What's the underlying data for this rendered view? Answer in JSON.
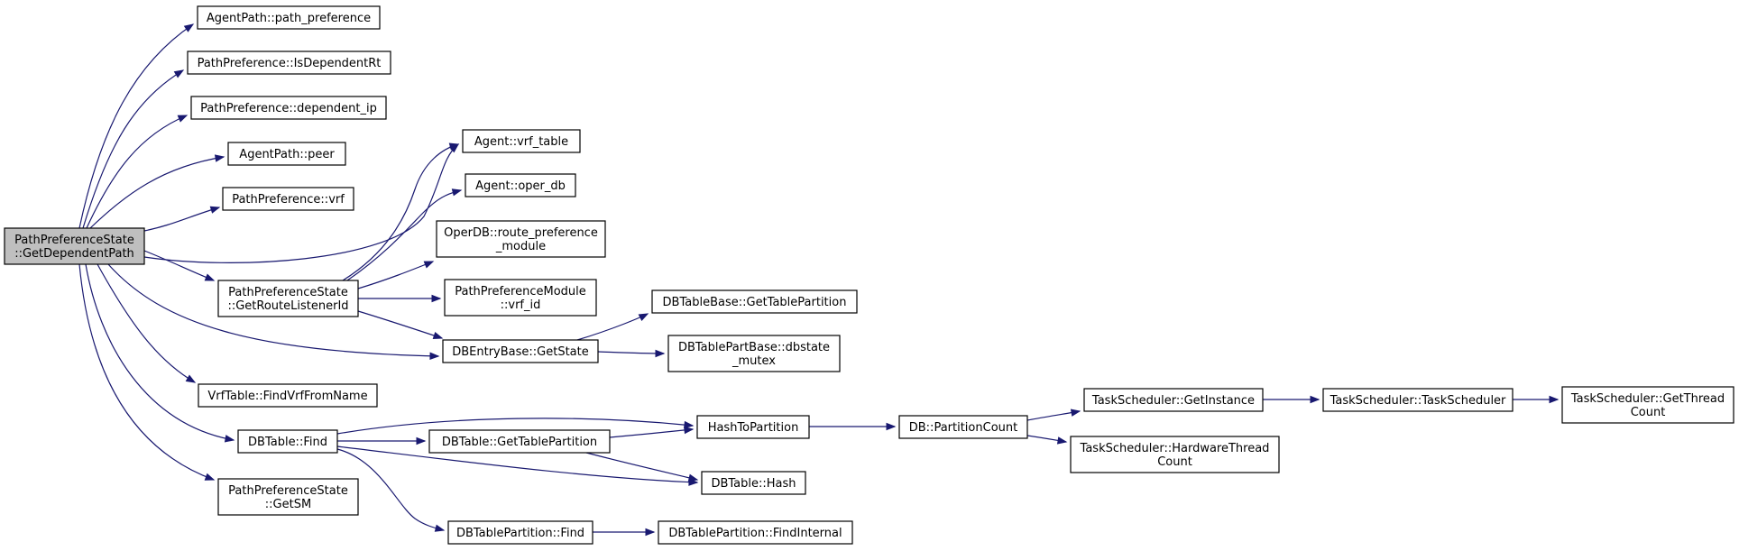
{
  "diagram": {
    "type": "call-graph",
    "colors": {
      "edge": "#191970",
      "node_border": "#000000",
      "root_fill": "#bfbfbf",
      "node_fill": "#ffffff"
    },
    "nodes": [
      {
        "id": "root",
        "lines": [
          "PathPreferenceState",
          "::GetDependentPath"
        ],
        "root": true
      },
      {
        "id": "n1",
        "lines": [
          "AgentPath::path_preference"
        ]
      },
      {
        "id": "n2",
        "lines": [
          "PathPreference::IsDependentRt"
        ]
      },
      {
        "id": "n3",
        "lines": [
          "PathPreference::dependent_ip"
        ]
      },
      {
        "id": "n4",
        "lines": [
          "AgentPath::peer"
        ]
      },
      {
        "id": "n5",
        "lines": [
          "PathPreference::vrf"
        ]
      },
      {
        "id": "n6",
        "lines": [
          "PathPreferenceState",
          "::GetRouteListenerId"
        ]
      },
      {
        "id": "n7",
        "lines": [
          "VrfTable::FindVrfFromName"
        ]
      },
      {
        "id": "n8",
        "lines": [
          "DBTable::Find"
        ]
      },
      {
        "id": "n9",
        "lines": [
          "PathPreferenceState",
          "::GetSM"
        ]
      },
      {
        "id": "n10",
        "lines": [
          "Agent::vrf_table"
        ]
      },
      {
        "id": "n11",
        "lines": [
          "Agent::oper_db"
        ]
      },
      {
        "id": "n12",
        "lines": [
          "OperDB::route_preference",
          "_module"
        ]
      },
      {
        "id": "n13",
        "lines": [
          "PathPreferenceModule",
          "::vrf_id"
        ]
      },
      {
        "id": "n14",
        "lines": [
          "DBEntryBase::GetState"
        ]
      },
      {
        "id": "n15",
        "lines": [
          "DBTableBase::GetTablePartition"
        ]
      },
      {
        "id": "n16",
        "lines": [
          "DBTablePartBase::dbstate",
          "_mutex"
        ]
      },
      {
        "id": "n17",
        "lines": [
          "HashToPartition"
        ]
      },
      {
        "id": "n18",
        "lines": [
          "DBTable::GetTablePartition"
        ]
      },
      {
        "id": "n19",
        "lines": [
          "DBTable::Hash"
        ]
      },
      {
        "id": "n20",
        "lines": [
          "DBTablePartition::Find"
        ]
      },
      {
        "id": "n21",
        "lines": [
          "DBTablePartition::FindInternal"
        ]
      },
      {
        "id": "n22",
        "lines": [
          "DB::PartitionCount"
        ]
      },
      {
        "id": "n23",
        "lines": [
          "TaskScheduler::GetInstance"
        ]
      },
      {
        "id": "n24",
        "lines": [
          "TaskScheduler::HardwareThread",
          "Count"
        ]
      },
      {
        "id": "n25",
        "lines": [
          "TaskScheduler::TaskScheduler"
        ]
      },
      {
        "id": "n26",
        "lines": [
          "TaskScheduler::GetThread",
          "Count"
        ]
      }
    ],
    "edges": [
      {
        "from": "root",
        "to": "n1"
      },
      {
        "from": "root",
        "to": "n2"
      },
      {
        "from": "root",
        "to": "n3"
      },
      {
        "from": "root",
        "to": "n4"
      },
      {
        "from": "root",
        "to": "n5"
      },
      {
        "from": "root",
        "to": "n10"
      },
      {
        "from": "root",
        "to": "n6"
      },
      {
        "from": "root",
        "to": "n14"
      },
      {
        "from": "root",
        "to": "n7"
      },
      {
        "from": "root",
        "to": "n8"
      },
      {
        "from": "root",
        "to": "n9"
      },
      {
        "from": "n6",
        "to": "n10"
      },
      {
        "from": "n6",
        "to": "n11"
      },
      {
        "from": "n6",
        "to": "n12"
      },
      {
        "from": "n6",
        "to": "n13"
      },
      {
        "from": "n6",
        "to": "n14"
      },
      {
        "from": "n14",
        "to": "n15"
      },
      {
        "from": "n14",
        "to": "n16"
      },
      {
        "from": "n8",
        "to": "n17"
      },
      {
        "from": "n8",
        "to": "n18"
      },
      {
        "from": "n8",
        "to": "n19"
      },
      {
        "from": "n8",
        "to": "n20"
      },
      {
        "from": "n18",
        "to": "n17"
      },
      {
        "from": "n18",
        "to": "n19"
      },
      {
        "from": "n20",
        "to": "n21"
      },
      {
        "from": "n17",
        "to": "n22"
      },
      {
        "from": "n22",
        "to": "n23"
      },
      {
        "from": "n22",
        "to": "n24"
      },
      {
        "from": "n23",
        "to": "n25"
      },
      {
        "from": "n25",
        "to": "n26"
      }
    ]
  }
}
